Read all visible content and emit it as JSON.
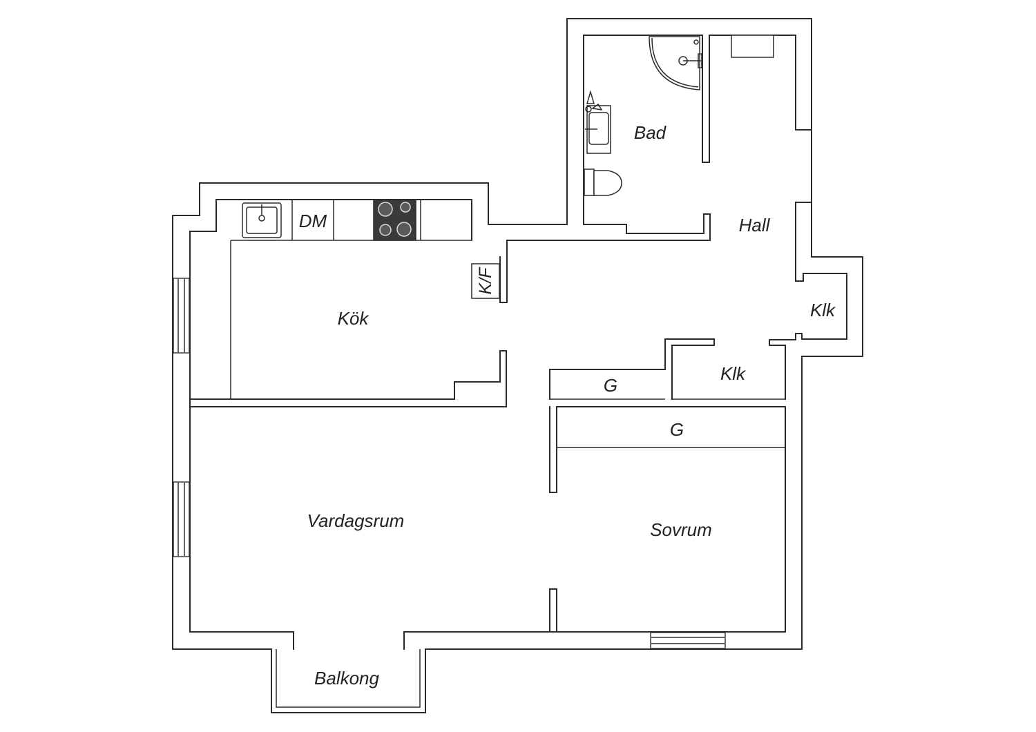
{
  "rooms": {
    "bad": "Bad",
    "hall": "Hall",
    "kok": "Kök",
    "dm": "DM",
    "kf": "K/F",
    "klk_1": "Klk",
    "klk_2": "Klk",
    "g_1": "G",
    "g_2": "G",
    "vardagsrum": "Vardagsrum",
    "sovrum": "Sovrum",
    "balkong": "Balkong"
  },
  "colors": {
    "wall": "#2b2b2b",
    "stove": "#3a3a3a",
    "background": "#ffffff"
  },
  "icons": [
    "sink-icon",
    "stove-icon",
    "shower-icon",
    "washbasin-icon",
    "toilet-icon",
    "window-icon"
  ]
}
